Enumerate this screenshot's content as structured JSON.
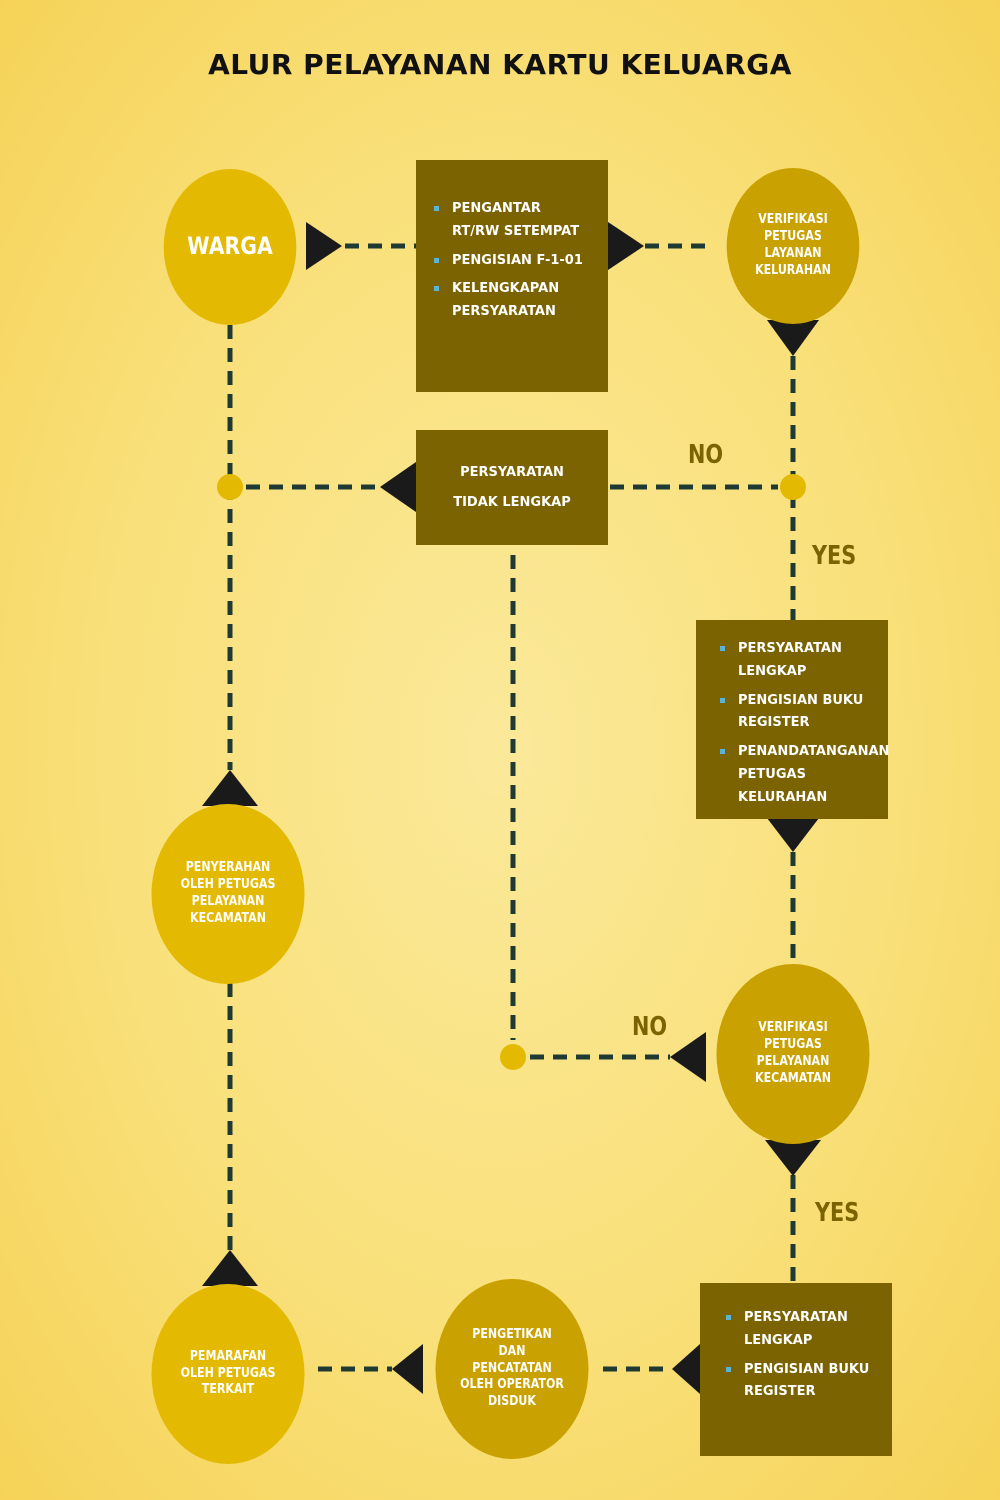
{
  "title": "ALUR PELAYANAN KARTU KELUARGA",
  "nodes": {
    "warga": "WARGA",
    "verif_kelurahan": "VERIFIKASI PETUGAS LAYANAN KELURAHAN",
    "tidak_lengkap": "PERSYARATAN TIDAK LENGKAP",
    "penyerahan": "PENYERAHAN OLEH PETUGAS PELAYANAN KECAMATAN",
    "verif_kecamatan": "VERIFIKASI PETUGAS PELAYANAN KECAMATAN",
    "pemarafan": "PEMARAFAN OLEH PETUGAS TERKAIT",
    "pengetikan": "PENGETIKAN DAN PENCATATAN OLEH OPERATOR DISDUK"
  },
  "box_requirements": [
    "PENGANTAR RT/RW SETEMPAT",
    "PENGISIAN F-1-01",
    "KELENGKAPAN PERSYARATAN"
  ],
  "box_kelurahan": [
    "PERSYARATAN LENGKAP",
    "PENGISIAN BUKU REGISTER",
    "PENANDATANGANAN PETUGAS KELURAHAN"
  ],
  "box_kecamatan": [
    "PERSYARATAN LENGKAP",
    "PENGISIAN BUKU REGISTER"
  ],
  "labels": {
    "no_1": "NO",
    "yes_1": "YES",
    "no_2": "NO",
    "yes_2": "YES"
  },
  "colors": {
    "line": "#1e3a33",
    "arrow": "#1a1a1a",
    "circle_light": "#e4b902",
    "circle_dark": "#c9a100",
    "box": "#7a6300",
    "bullet": "#5ab4d6"
  }
}
